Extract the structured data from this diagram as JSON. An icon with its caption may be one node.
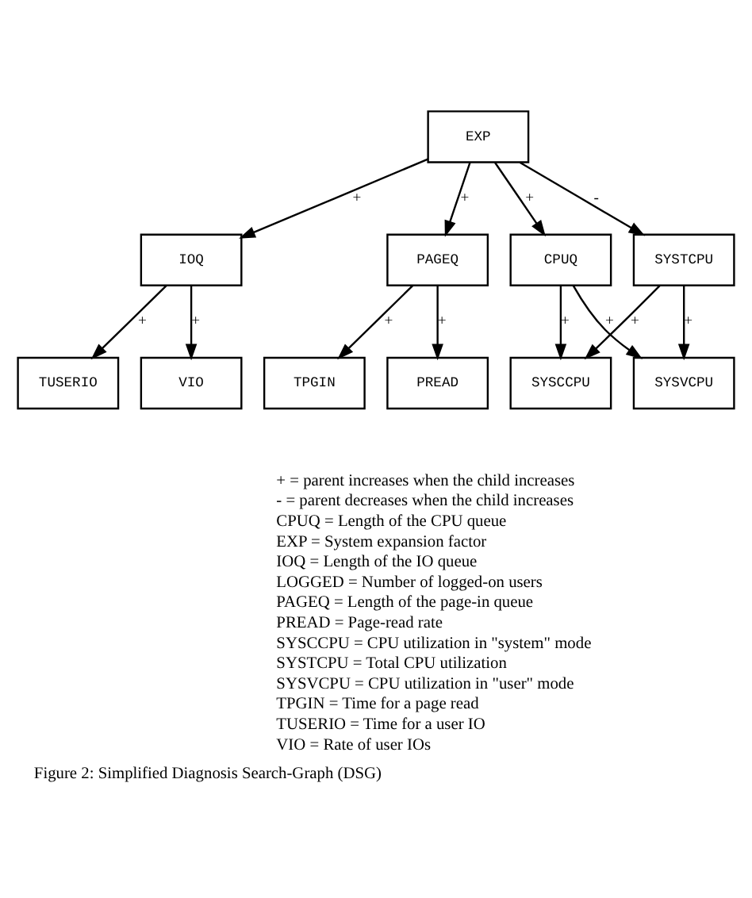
{
  "diagram": {
    "caption": "Figure 2: Simplified Diagnosis Search-Graph (DSG)",
    "nodes": [
      {
        "text": [
          "EXP"
        ]
      },
      {
        "text": [
          "IOQ"
        ]
      },
      {
        "text": [
          "PAGEQ"
        ]
      },
      {
        "text": [
          "CPUQ"
        ]
      },
      {
        "text": [
          "SYSTCPU"
        ]
      },
      {
        "text": [
          "TUSERIO"
        ]
      },
      {
        "text": [
          "VIO"
        ]
      },
      {
        "text": [
          "TPGIN"
        ]
      },
      {
        "text": [
          "PREAD"
        ]
      },
      {
        "text": [
          "SYSCCPU"
        ]
      },
      {
        "text": [
          "SYSVCPU"
        ]
      }
    ],
    "edges": [
      {
        "from": 0,
        "to": 1,
        "arrow": "to",
        "label": "+"
      },
      {
        "from": 0,
        "to": 2,
        "arrow": "to",
        "label": "+"
      },
      {
        "from": 0,
        "to": 3,
        "arrow": "to",
        "label": "+"
      },
      {
        "from": 0,
        "to": 4,
        "arrow": "to",
        "label": "-"
      },
      {
        "from": 1,
        "to": 5,
        "arrow": "to",
        "label": "+"
      },
      {
        "from": 1,
        "to": 6,
        "arrow": "to",
        "label": "+"
      },
      {
        "from": 2,
        "to": 7,
        "arrow": "to",
        "label": "+"
      },
      {
        "from": 2,
        "to": 8,
        "arrow": "to",
        "label": "+"
      },
      {
        "from": 3,
        "to": 9,
        "arrow": "to",
        "label": "+"
      },
      {
        "from": 4,
        "to": 9,
        "arrow": "to",
        "label": "+"
      },
      {
        "from": 4,
        "to": 10,
        "arrow": "to",
        "label": "+"
      },
      {
        "from": 3,
        "to": 10,
        "arrow": "to",
        "label": "+"
      }
    ],
    "labels": [
      "+ = parent increases when the child increases",
      "- = parent decreases when the child increases",
      "CPUQ = Length of the CPU queue",
      "EXP = System expansion factor",
      "IOQ = Length of the IO queue",
      "LOGGED = Number of logged-on users",
      "PAGEQ = Length of the page-in queue",
      "PREAD = Page-read rate",
      "SYSCCPU = CPU utilization in \"system\" mode",
      "SYSTCPU = Total CPU utilization",
      "SYSVCPU = CPU utilization in \"user\" mode",
      "TPGIN = Time for a page read",
      "TUSERIO = Time for a user IO",
      "VIO = Rate of user IOs"
    ]
  }
}
